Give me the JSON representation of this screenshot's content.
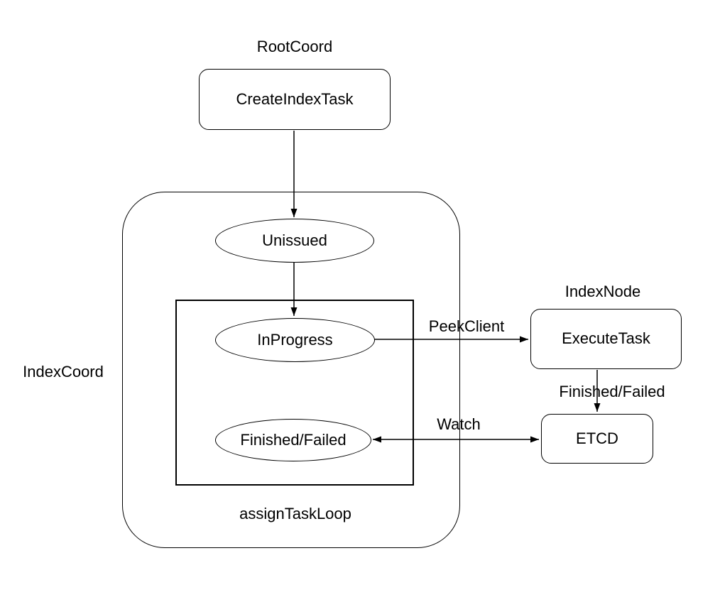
{
  "diagram": {
    "background_color": "#ffffff",
    "stroke_color": "#000000",
    "text_color": "#000000",
    "group_labels": {
      "root_coord": "RootCoord",
      "index_coord": "IndexCoord",
      "index_node": "IndexNode",
      "assign_task_loop": "assignTaskLoop"
    },
    "nodes": {
      "create_index_task": "CreateIndexTask",
      "unissued": "Unissued",
      "in_progress": "InProgress",
      "finished_failed": "Finished/Failed",
      "execute_task": "ExecuteTask",
      "etcd": "ETCD"
    },
    "edge_labels": {
      "peek_client": "PeekClient",
      "watch": "Watch",
      "finished_failed": "Finished/Failed"
    }
  }
}
